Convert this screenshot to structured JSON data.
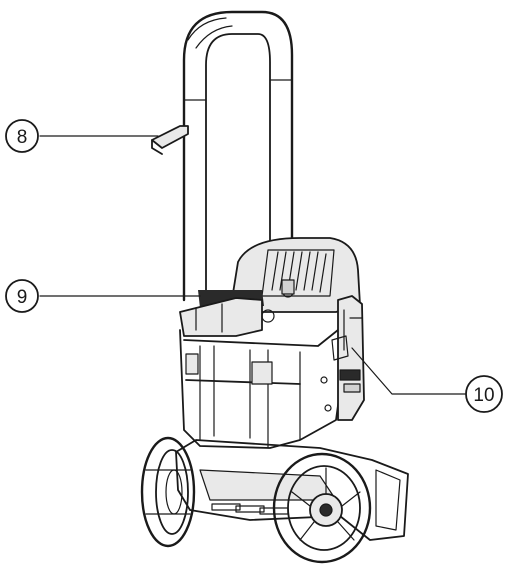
{
  "callouts": [
    {
      "id": "c8",
      "label": "8"
    },
    {
      "id": "c9",
      "label": "9"
    },
    {
      "id": "c10",
      "label": "10"
    }
  ]
}
